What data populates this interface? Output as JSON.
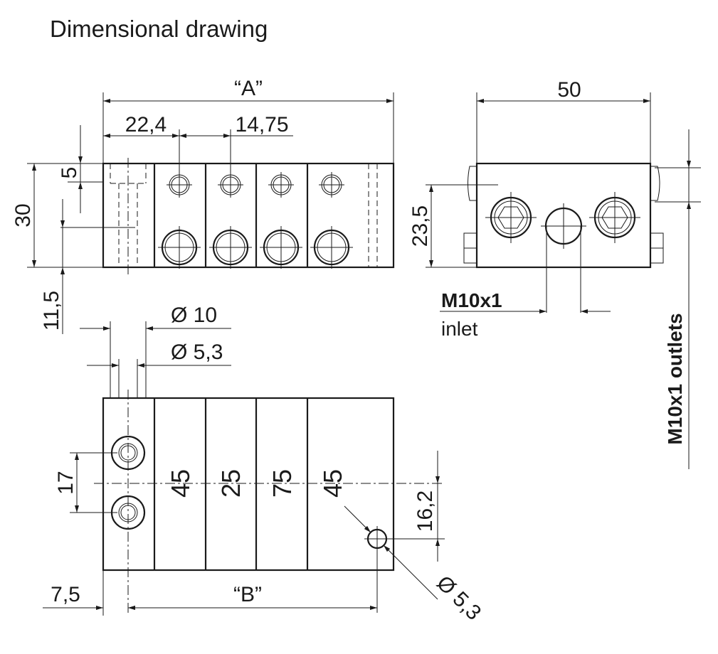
{
  "title": "Dimensional drawing",
  "dimensions": {
    "overall_length": "“A”",
    "first_pitch": "22,4",
    "pitch": "14,75",
    "height": "30",
    "top_offset": "5",
    "bottom_offset": "11,5",
    "width": "50",
    "inlet_height": "23,5",
    "counterbore_dia": "Ø 10",
    "hole_dia": "Ø 5,3",
    "hole_spacing": "17",
    "edge_offset": "7,5",
    "mount_length": "“B”",
    "side_hole_offset": "16,2",
    "side_hole_dia": "Ø 5,3"
  },
  "sections": [
    "45",
    "25",
    "75",
    "45"
  ],
  "ports": {
    "inlet_thread": "M10x1",
    "inlet_label": "inlet",
    "outlets_label": "M10x1 outlets"
  }
}
